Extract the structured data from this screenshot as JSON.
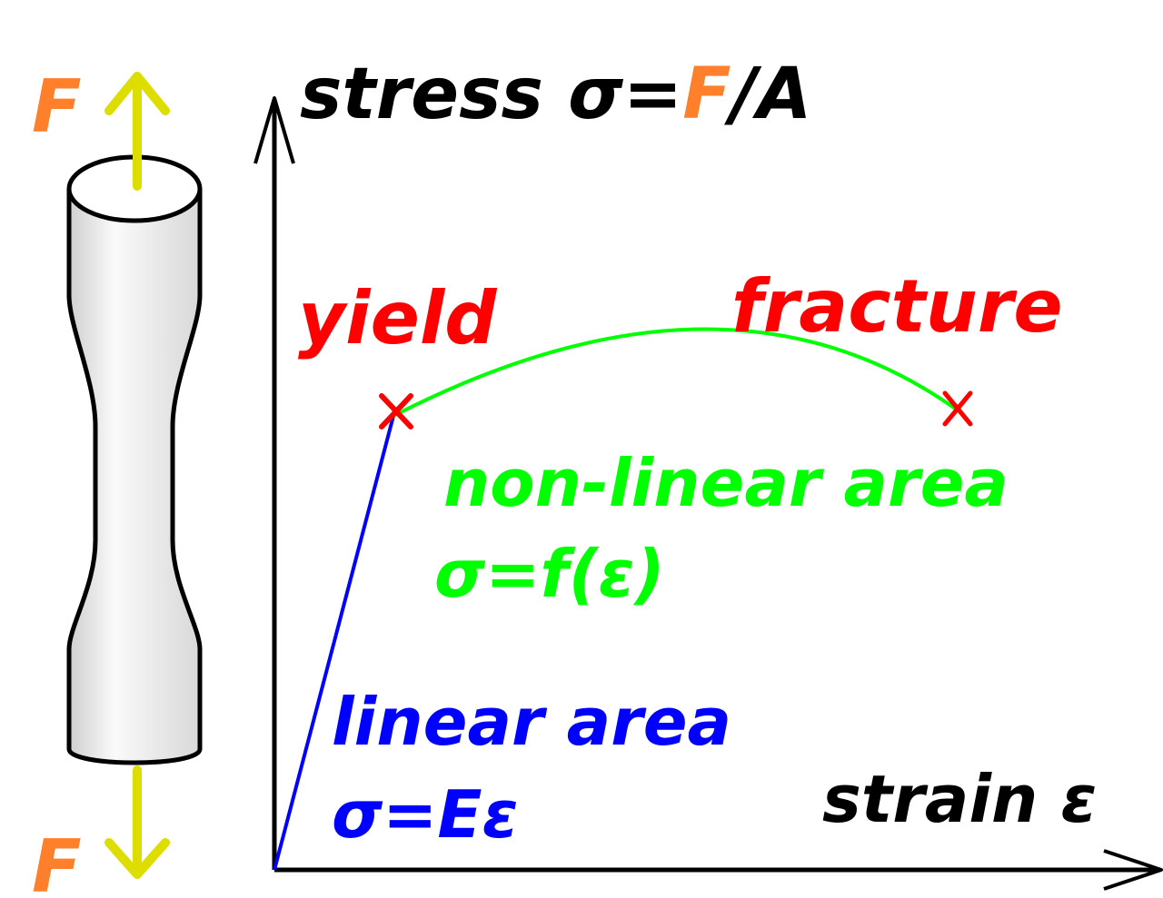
{
  "specimen": {
    "force_label_top": "F",
    "force_label_bottom": "F"
  },
  "axes": {
    "y_label_prefix": "stress σ=",
    "y_label_force": "F",
    "y_label_suffix": "/A",
    "x_label": "strain ε"
  },
  "curve": {
    "yield_label": "yield",
    "fracture_label": "fracture",
    "nonlinear_label": "non-linear area",
    "nonlinear_formula": "σ=f(ε)",
    "linear_label": "linear area",
    "linear_formula": "σ=Eε"
  },
  "colors": {
    "force": "#ff7f2a",
    "arrow": "#dddd00",
    "axis": "#000000",
    "linear": "#0000ff",
    "nonlinear": "#00ff00",
    "markers": "#ff0000",
    "specimen_fill": "#ececec"
  }
}
